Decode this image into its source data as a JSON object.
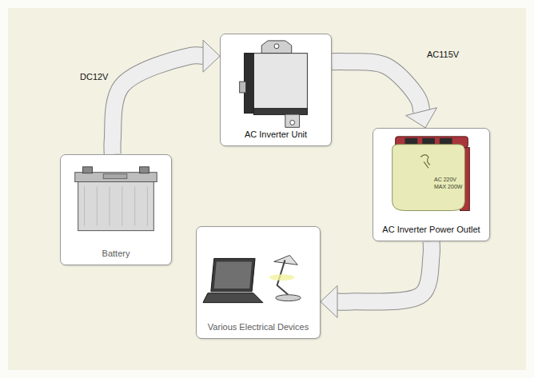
{
  "diagram": {
    "nodes": [
      {
        "text": [
          "Battery"
        ]
      },
      {
        "text": [
          "AC Inverter Unit"
        ]
      },
      {
        "text": [
          "AC Inverter Power Outlet"
        ]
      },
      {
        "text": [
          "Various Electrical Devices"
        ]
      }
    ],
    "edges": [
      {
        "from": 0,
        "to": 1,
        "label": "DC12V",
        "arrow": "to"
      },
      {
        "from": 1,
        "to": 2,
        "label": "AC115V",
        "arrow": "to"
      },
      {
        "from": 2,
        "to": 3,
        "arrow": "to"
      }
    ],
    "labels": [
      "AC 220V",
      "MAX 200W"
    ]
  }
}
